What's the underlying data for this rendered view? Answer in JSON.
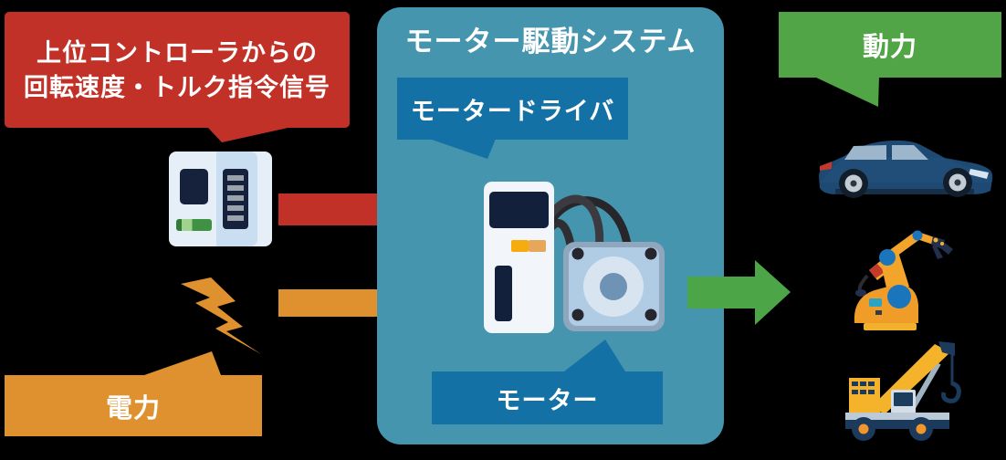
{
  "canvas": {
    "background": "#000000"
  },
  "callouts": {
    "controller_signal": {
      "line1": "上位コントローラからの",
      "line2": "回転速度・トルク指令信号",
      "color": "#C13127"
    },
    "electric_power": {
      "label": "電力",
      "color": "#E0912F"
    },
    "motive_power": {
      "label": "動力",
      "color": "#52A546"
    }
  },
  "system": {
    "title": "モーター駆動システム",
    "box_color": "#4695AE",
    "label_color": "#1371A6",
    "motor_driver_label": "モータードライバ",
    "motor_label": "モーター"
  },
  "arrows": {
    "command_signal_color": "#C13127",
    "power_input_color": "#E0912F",
    "power_output_color": "#4CA647"
  },
  "icons": {
    "controller": "plc-controller-icon",
    "lightning": "lightning-bolt-icon",
    "driver_unit": "motor-driver-icon",
    "motor_unit": "motor-icon",
    "outputs": [
      "car-icon",
      "robot-arm-icon",
      "crane-icon"
    ]
  }
}
